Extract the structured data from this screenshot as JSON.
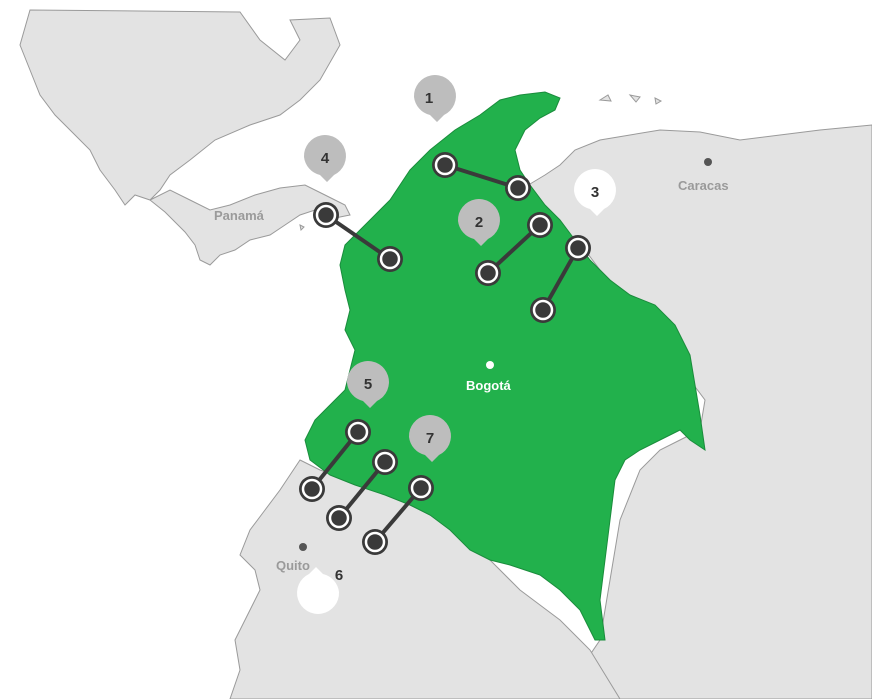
{
  "map": {
    "colors": {
      "sea": "#ffffff",
      "land": "#e3e3e3",
      "border": "#9a9a9a",
      "highlight_country": "#22b14c",
      "connector": "#3a3a3a",
      "pin_grey": "#bdbdbd",
      "pin_white": "#ffffff",
      "node_fill": "#3a3a3a",
      "node_ring": "#ffffff"
    },
    "cities": {
      "bogota": "Bogotá",
      "caracas": "Caracas",
      "quito": "Quito",
      "panama": "Panamá"
    },
    "markers": [
      {
        "id": "1",
        "label": "1",
        "style": "grey"
      },
      {
        "id": "2",
        "label": "2",
        "style": "grey"
      },
      {
        "id": "3",
        "label": "3",
        "style": "white"
      },
      {
        "id": "4",
        "label": "4",
        "style": "grey"
      },
      {
        "id": "5",
        "label": "5",
        "style": "grey"
      },
      {
        "id": "6",
        "label": "6",
        "style": "white"
      },
      {
        "id": "7",
        "label": "7",
        "style": "grey"
      }
    ]
  }
}
